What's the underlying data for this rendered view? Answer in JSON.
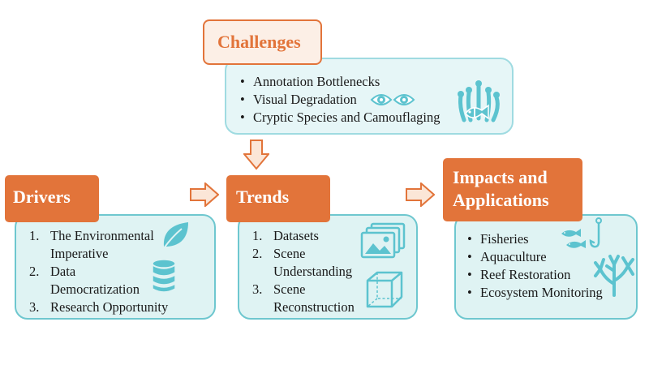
{
  "challenges": {
    "title": "Challenges",
    "items": [
      "Annotation Bottlenecks",
      "Visual Degradation",
      "Cryptic Species and Camouflaging"
    ]
  },
  "drivers": {
    "title": "Drivers",
    "items": [
      {
        "num": "1.",
        "lines": [
          "The Environmental",
          "Imperative"
        ]
      },
      {
        "num": "2.",
        "lines": [
          "Data",
          "Democratization"
        ]
      },
      {
        "num": "3.",
        "lines": [
          "Research Opportunity"
        ]
      }
    ]
  },
  "trends": {
    "title": "Trends",
    "items": [
      {
        "num": "1.",
        "lines": [
          "Datasets"
        ]
      },
      {
        "num": "2.",
        "lines": [
          "Scene",
          "Understanding"
        ]
      },
      {
        "num": "3.",
        "lines": [
          "Scene",
          "Reconstruction"
        ]
      }
    ]
  },
  "impacts": {
    "title_line1": "Impacts and",
    "title_line2": "Applications",
    "items": [
      "Fisheries",
      "Aquaculture",
      "Reef Restoration",
      "Ecosystem Monitoring"
    ]
  },
  "colors": {
    "accent_orange": "#e2743a",
    "box_fill": "#dff3f3",
    "box_border": "#6ec7cf",
    "icon_teal": "#5cc3cf"
  }
}
